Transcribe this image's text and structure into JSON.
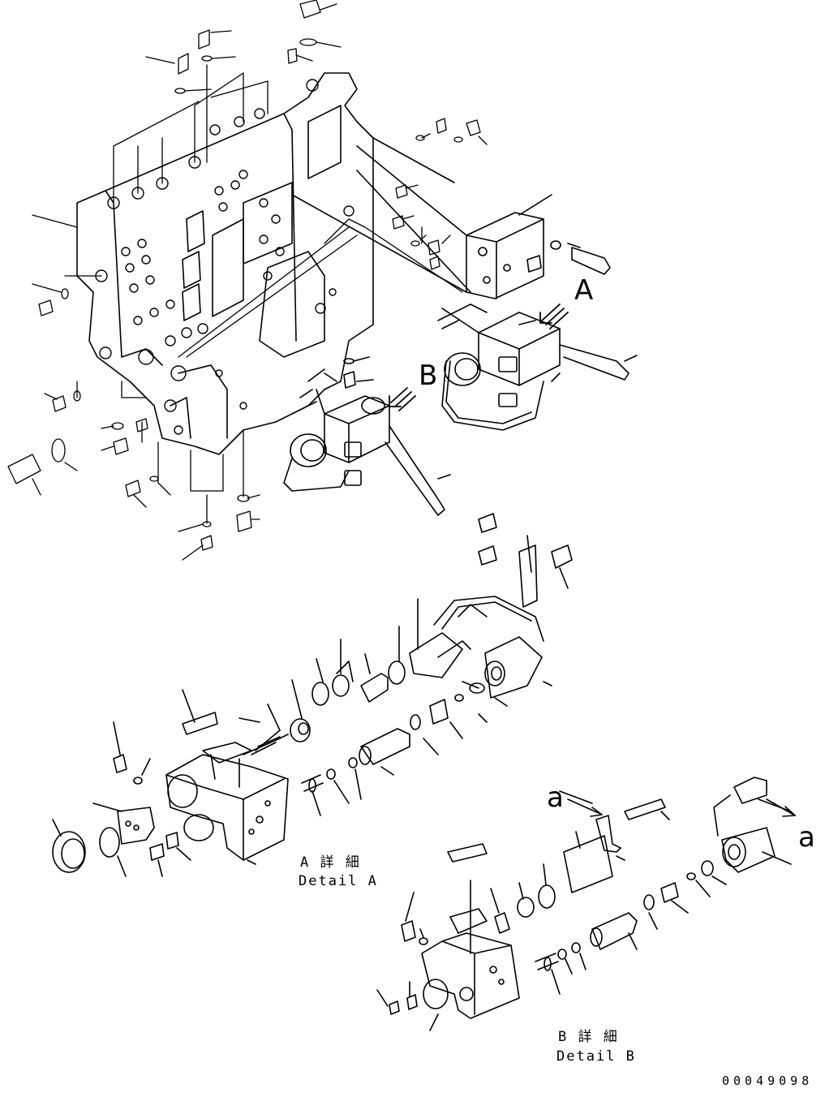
{
  "callouts": {
    "a_upper": "A",
    "b_upper": "B",
    "a_lower_left": "a",
    "a_lower_right": "a"
  },
  "details": {
    "a_jp": "A 詳 細",
    "a_en": "Detail A",
    "b_jp": "B 詳 細",
    "b_en": "Detail B"
  },
  "document_number": "00049098",
  "colors": {
    "line": "#000000",
    "background": "#ffffff"
  }
}
